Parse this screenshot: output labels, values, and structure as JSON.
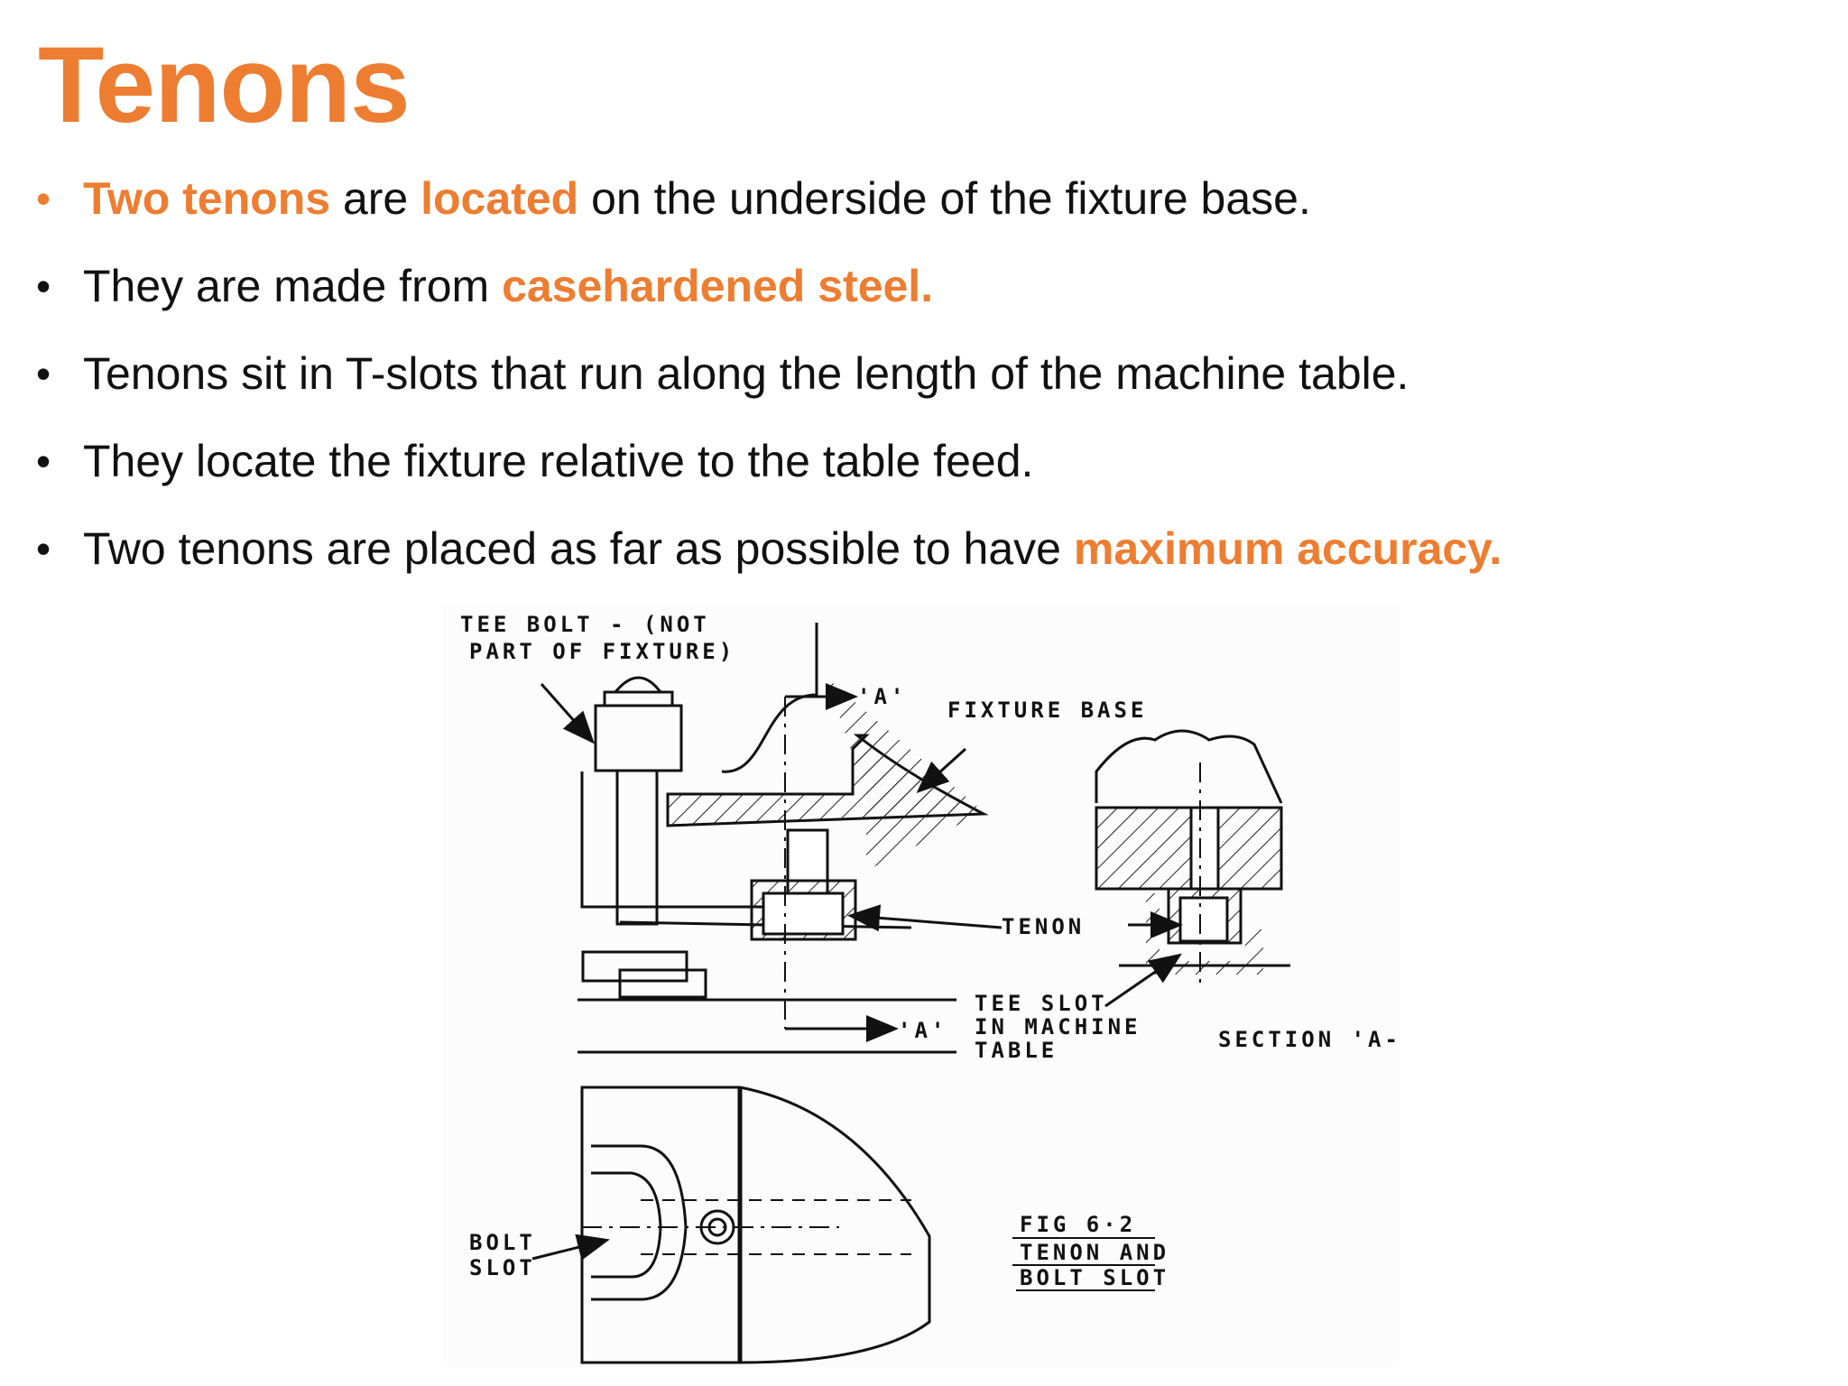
{
  "title": "Tenons",
  "bullets": [
    {
      "parts": [
        {
          "text": "Two tenons",
          "hl": true
        },
        {
          "text": " are "
        },
        {
          "text": "located",
          "hl": true
        },
        {
          "text": " on the underside of the fixture base."
        }
      ]
    },
    {
      "parts": [
        {
          "text": "They are made from "
        },
        {
          "text": "casehardened steel.",
          "hl": true
        }
      ]
    },
    {
      "parts": [
        {
          "text": "Tenons sit in T-slots that run along the length of the machine table."
        }
      ]
    },
    {
      "parts": [
        {
          "text": "They  locate the fixture relative to the table feed."
        }
      ]
    },
    {
      "parts": [
        {
          "text": "Two tenons are placed as far as possible to have "
        },
        {
          "text": "maximum accuracy.",
          "hl": true
        }
      ]
    }
  ],
  "figure": {
    "tee_bolt_1": "TEE BOLT - (NOT",
    "tee_bolt_2": "PART OF FIXTURE)",
    "section_mark_top": "'A'",
    "section_mark_bottom": "'A'",
    "fixture_base": "FIXTURE BASE",
    "tenon": "TENON",
    "tee_slot_1": "TEE SLOT",
    "tee_slot_2": "IN MACHINE",
    "tee_slot_3": "TABLE",
    "section_aa": "SECTION 'A-A'",
    "bolt_slot_1": "BOLT",
    "bolt_slot_2": "SLOT",
    "fig_num": "FIG 6·2",
    "fig_cap_1": "TENON AND",
    "fig_cap_2": "BOLT SLOT"
  }
}
